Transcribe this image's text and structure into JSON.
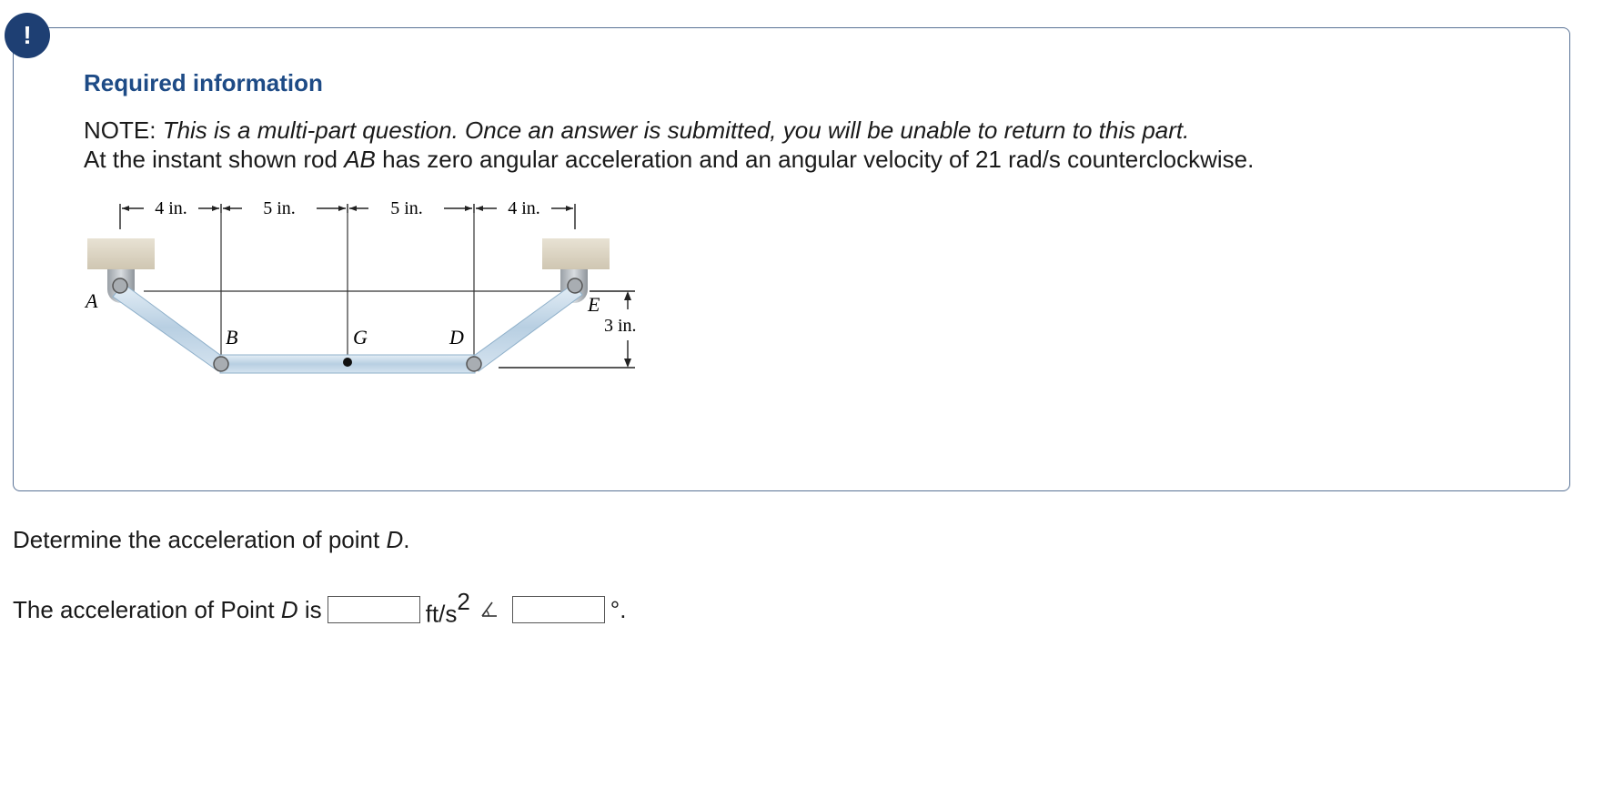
{
  "info": {
    "badge": "!",
    "title": "Required information",
    "note_label": "NOTE:",
    "note_text": "This is a multi-part question. Once an answer is submitted, you will be unable to return to this part.",
    "statement_part1": "At the instant shown rod",
    "statement_rod": "AB",
    "statement_part2": "has zero angular acceleration and an angular velocity of 21 rad/s counterclockwise."
  },
  "figure": {
    "dimensions": [
      "4 in.",
      "5 in.",
      "5 in.",
      "4 in."
    ],
    "height_dimension": "3 in.",
    "points": {
      "A": "A",
      "B": "B",
      "G": "G",
      "D": "D",
      "E": "E"
    }
  },
  "question": {
    "text_before": "Determine the acceleration of point",
    "point": "D",
    "text_after": "."
  },
  "answer": {
    "label_before": "The acceleration of Point",
    "point": "D",
    "label_after": "is",
    "magnitude_value": "",
    "unit_base": "ft/s",
    "unit_exp": "2",
    "angle_value": "",
    "degree_suffix": "°."
  },
  "icons": {
    "badge": "exclamation-icon",
    "angle": "angle-icon"
  }
}
